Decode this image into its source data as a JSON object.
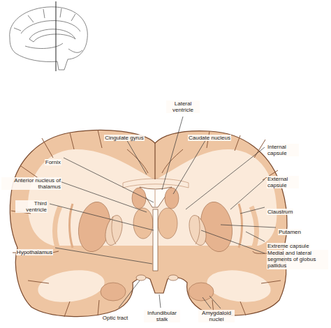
{
  "diagram": {
    "labels": [
      "Cingulate gyrus",
      "Lateral ventricle",
      "Caudate nucleus",
      "Internal capsule",
      "External capsule",
      "Claustrum",
      "Putamen",
      "Extreme capsule",
      "Medial and lateral segments of globus pallidus",
      "Amygdaloid nuclei",
      "Infundibular stalk",
      "Optic tract",
      "Hypothalamus",
      "Third ventricle",
      "Anterior nucleus of thalamus",
      "Fornix"
    ]
  }
}
